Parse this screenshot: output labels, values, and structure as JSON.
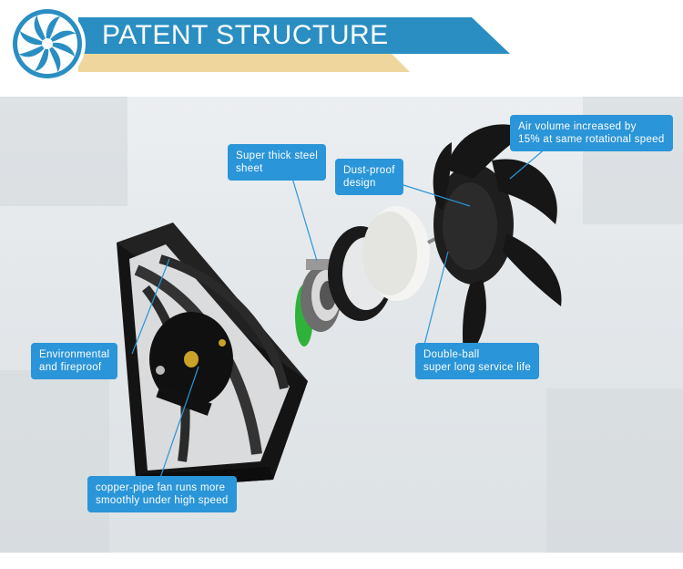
{
  "header": {
    "title": "PATENT STRUCTURE",
    "logo_icon": "fan-logo-icon",
    "brand_color": "#2a8ec2",
    "accent_color": "#eed69c"
  },
  "callouts": {
    "steel_sheet": {
      "line1": "Super thick steel",
      "line2": "sheet"
    },
    "dust_proof": {
      "line1": "Dust-proof",
      "line2": "design"
    },
    "air_volume": {
      "line1": "Air volume increased by",
      "line2": "15% at same rotational speed"
    },
    "environmental": {
      "line1": "Environmental",
      "line2": "and fireproof"
    },
    "double_ball": {
      "line1": "Double-ball",
      "line2": "super long service life"
    },
    "copper_pipe": {
      "line1": "copper-pipe fan runs more",
      "line2": "smoothly under high speed"
    }
  },
  "colors": {
    "callout_bg": "#2a95d8",
    "fan_frame": "#1b1b1b",
    "pcb_green": "#2fb23a"
  }
}
